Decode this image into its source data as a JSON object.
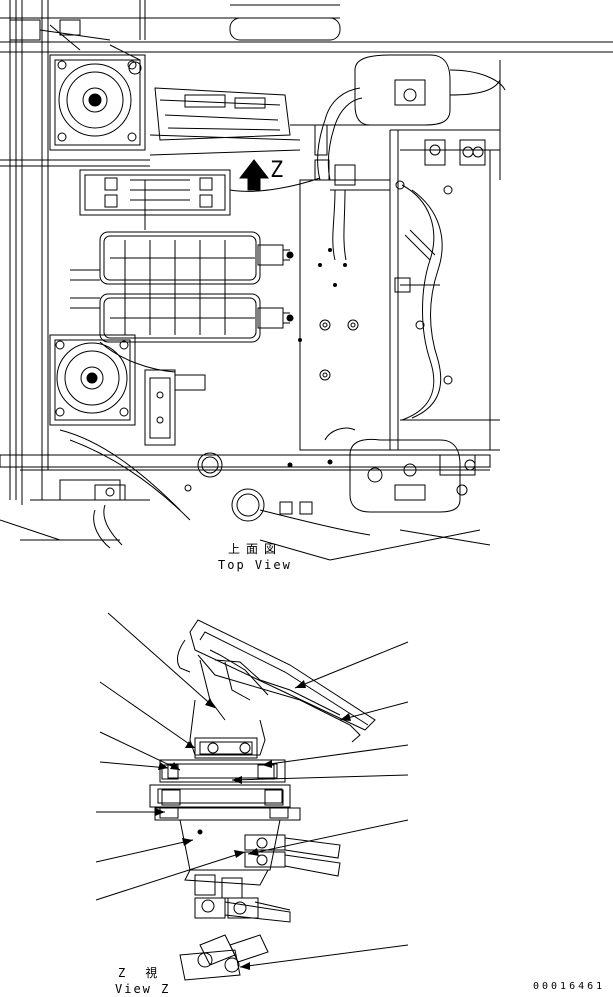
{
  "diagram": {
    "top_view": {
      "label_jp": "上面図",
      "label_en": "Top View",
      "arrow_label": "Z"
    },
    "view_z": {
      "label_jp": "Z　視",
      "label_en": "View Z"
    },
    "drawing_number": "00016461"
  }
}
